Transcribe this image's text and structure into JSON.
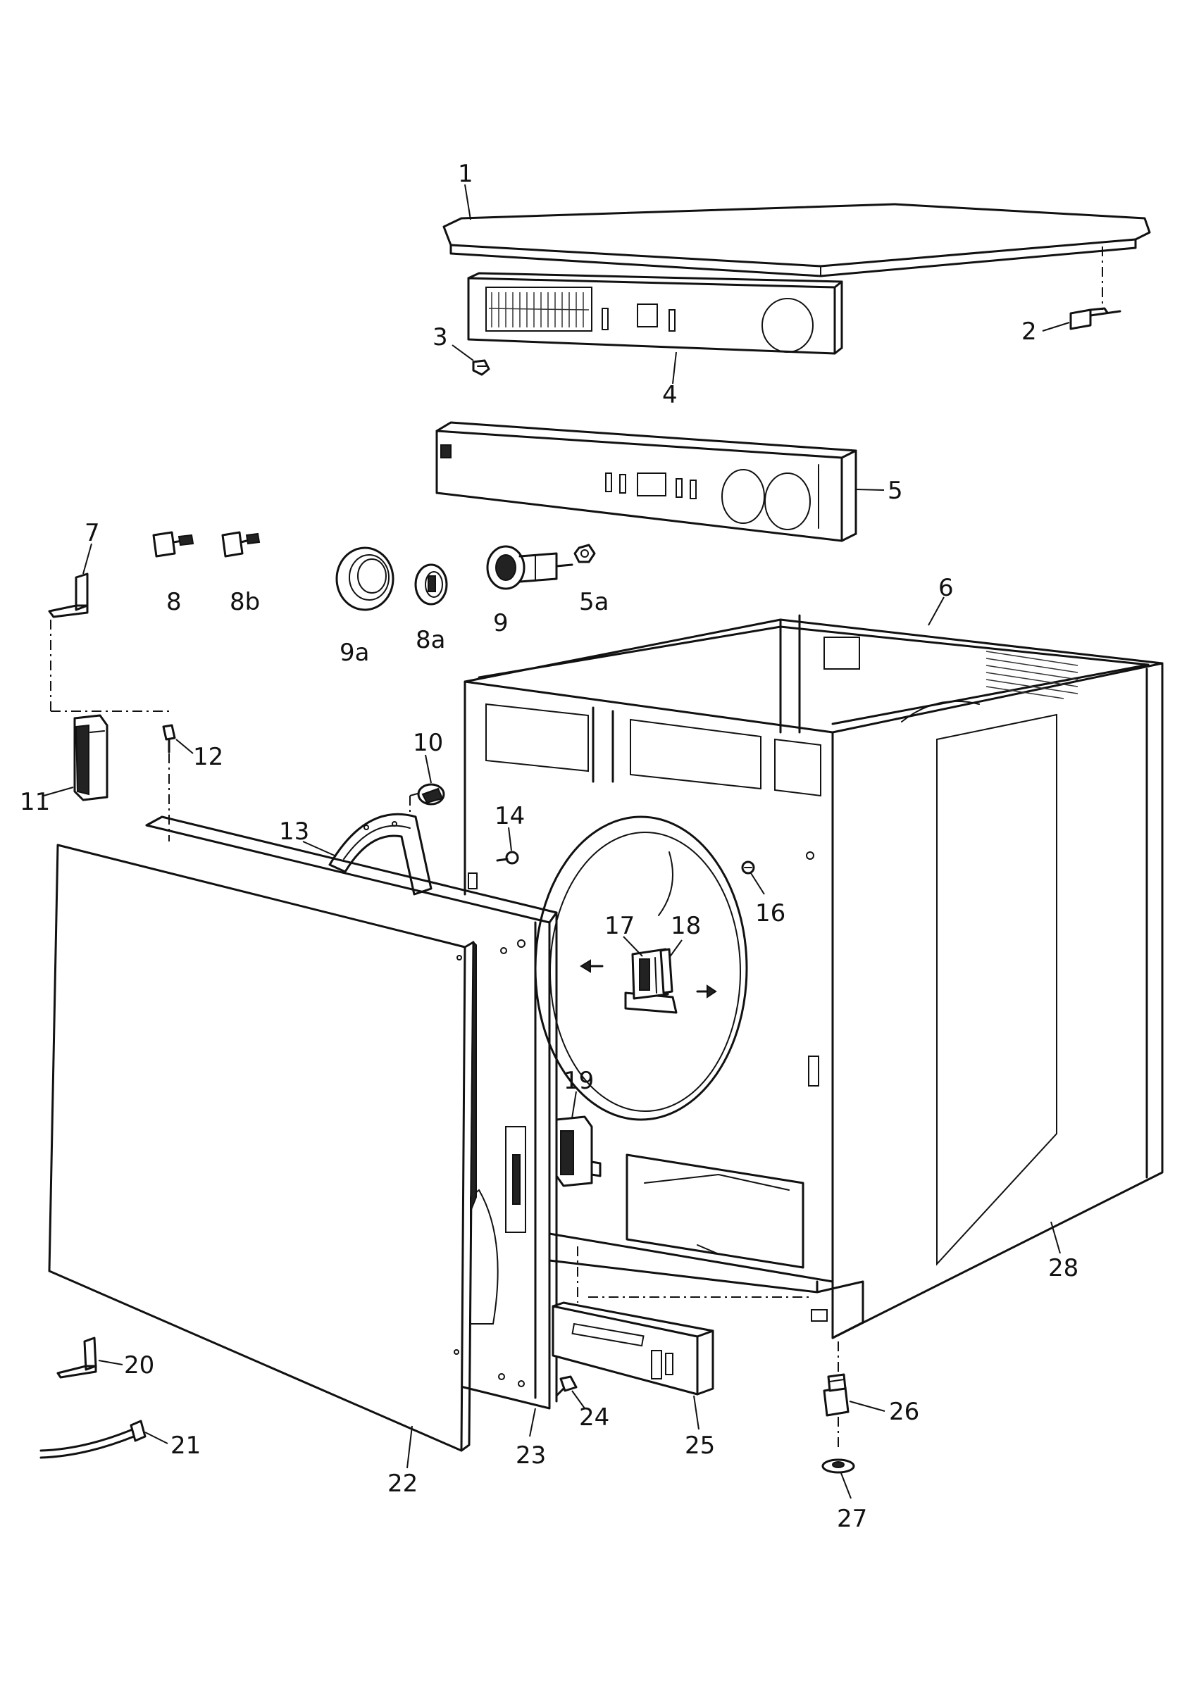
{
  "parts": [
    {
      "id": "1",
      "name": "top-cover"
    },
    {
      "id": "2",
      "name": "bracket"
    },
    {
      "id": "3",
      "name": "screw"
    },
    {
      "id": "4",
      "name": "control-panel-fascia"
    },
    {
      "id": "5",
      "name": "control-panel"
    },
    {
      "id": "5a",
      "name": "nut"
    },
    {
      "id": "6",
      "name": "cabinet-frame"
    },
    {
      "id": "7",
      "name": "hinge-pin-bracket"
    },
    {
      "id": "8",
      "name": "knob"
    },
    {
      "id": "8b",
      "name": "knob"
    },
    {
      "id": "8a",
      "name": "knob-insert"
    },
    {
      "id": "9",
      "name": "timer-knob"
    },
    {
      "id": "9a",
      "name": "knob-ring"
    },
    {
      "id": "10",
      "name": "switch"
    },
    {
      "id": "11",
      "name": "door-catch"
    },
    {
      "id": "12",
      "name": "hinge-pin"
    },
    {
      "id": "13",
      "name": "gasket-segment"
    },
    {
      "id": "14",
      "name": "screw"
    },
    {
      "id": "16",
      "name": "plug"
    },
    {
      "id": "17",
      "name": "lamp-holder"
    },
    {
      "id": "18",
      "name": "lamp"
    },
    {
      "id": "19",
      "name": "door-lock"
    },
    {
      "id": "20",
      "name": "hinge-bracket"
    },
    {
      "id": "21",
      "name": "hose"
    },
    {
      "id": "22",
      "name": "door-panel"
    },
    {
      "id": "23",
      "name": "door-frame"
    },
    {
      "id": "24",
      "name": "clip"
    },
    {
      "id": "25",
      "name": "plinth"
    },
    {
      "id": "26",
      "name": "adjustable-foot"
    },
    {
      "id": "27",
      "name": "foot-washer"
    },
    {
      "id": "28",
      "name": "side-panel"
    }
  ]
}
